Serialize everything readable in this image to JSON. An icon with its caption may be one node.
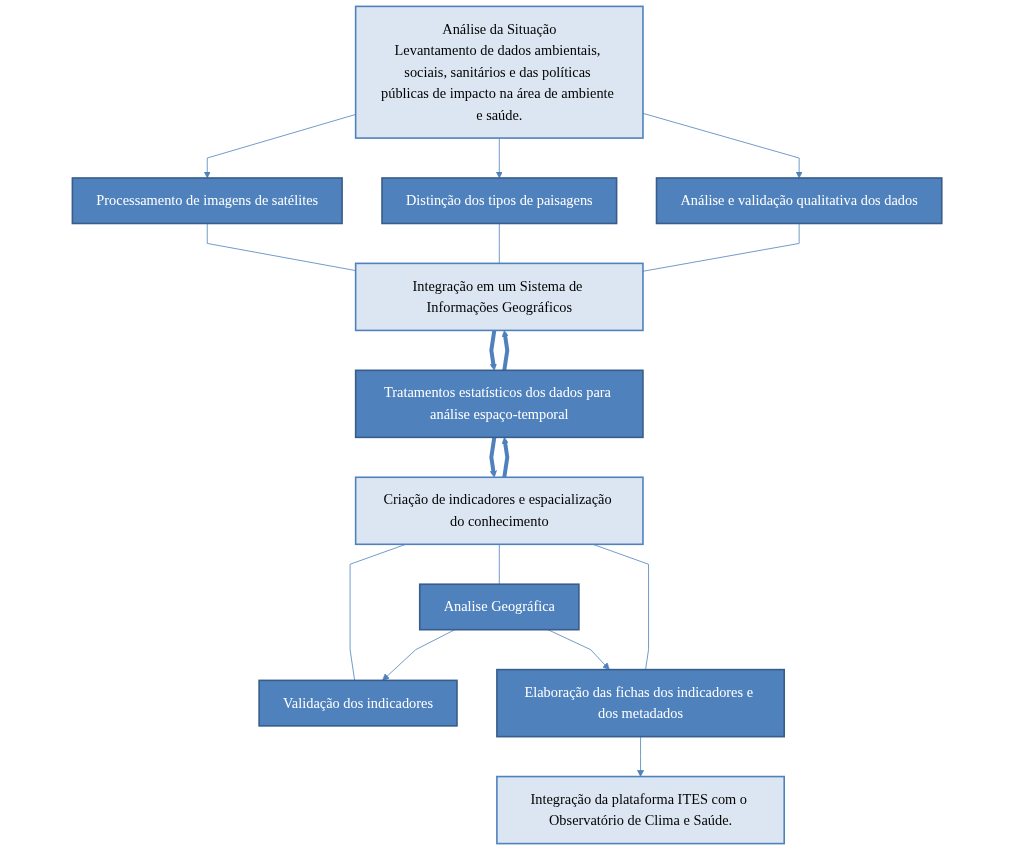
{
  "diagram": {
    "nodes": [
      {
        "text": [
          "Análise da Situação",
          "Levantamento de dados ambientais, sociais, sanitários e das políticas públicas de impacto na área de ambiente e saúde."
        ]
      },
      {
        "text": [
          "Processamento de imagens de satélites"
        ]
      },
      {
        "text": [
          "Distinção dos tipos de paisagens"
        ]
      },
      {
        "text": [
          "Análise e validação qualitativa dos dados"
        ]
      },
      {
        "text": [
          "Integração em um Sistema de Informações Geográficos"
        ]
      },
      {
        "text": [
          "Tratamentos estatísticos dos dados para análise espaço-temporal"
        ]
      },
      {
        "text": [
          "Criação de indicadores e espacialização do conhecimento"
        ]
      },
      {
        "text": [
          "Validação dos indicadores"
        ]
      },
      {
        "text": [
          "Analise Geográfica"
        ]
      },
      {
        "text": [
          "Elaboração das fichas dos indicadores e dos metadados"
        ]
      },
      {
        "text": [
          "Integração da plataforma ITES com o Observatório de Clima e Saúde."
        ]
      }
    ],
    "edges": [
      {
        "from": 0,
        "to": 1,
        "arrow": "to"
      },
      {
        "from": 0,
        "to": 2,
        "arrow": "to"
      },
      {
        "from": 0,
        "to": 3,
        "arrow": "to"
      },
      {
        "from": 1,
        "to": 4,
        "arrow": "none"
      },
      {
        "from": 2,
        "to": 4,
        "arrow": "none"
      },
      {
        "from": 3,
        "to": 4,
        "arrow": "none"
      },
      {
        "from": 4,
        "to": 5,
        "arrow": "to",
        "style": "thick"
      },
      {
        "from": 5,
        "to": 4,
        "arrow": "to",
        "style": "thick"
      },
      {
        "from": 5,
        "to": 6,
        "arrow": "to",
        "style": "thick"
      },
      {
        "from": 6,
        "to": 5,
        "arrow": "to",
        "style": "thick"
      },
      {
        "from": 6,
        "to": 7,
        "arrow": "none"
      },
      {
        "from": 6,
        "to": 8,
        "arrow": "none"
      },
      {
        "from": 6,
        "to": 9,
        "arrow": "none"
      },
      {
        "from": 8,
        "to": 7,
        "arrow": "to"
      },
      {
        "from": 8,
        "to": 9,
        "arrow": "to"
      },
      {
        "from": 9,
        "to": 10,
        "arrow": "to"
      }
    ]
  }
}
